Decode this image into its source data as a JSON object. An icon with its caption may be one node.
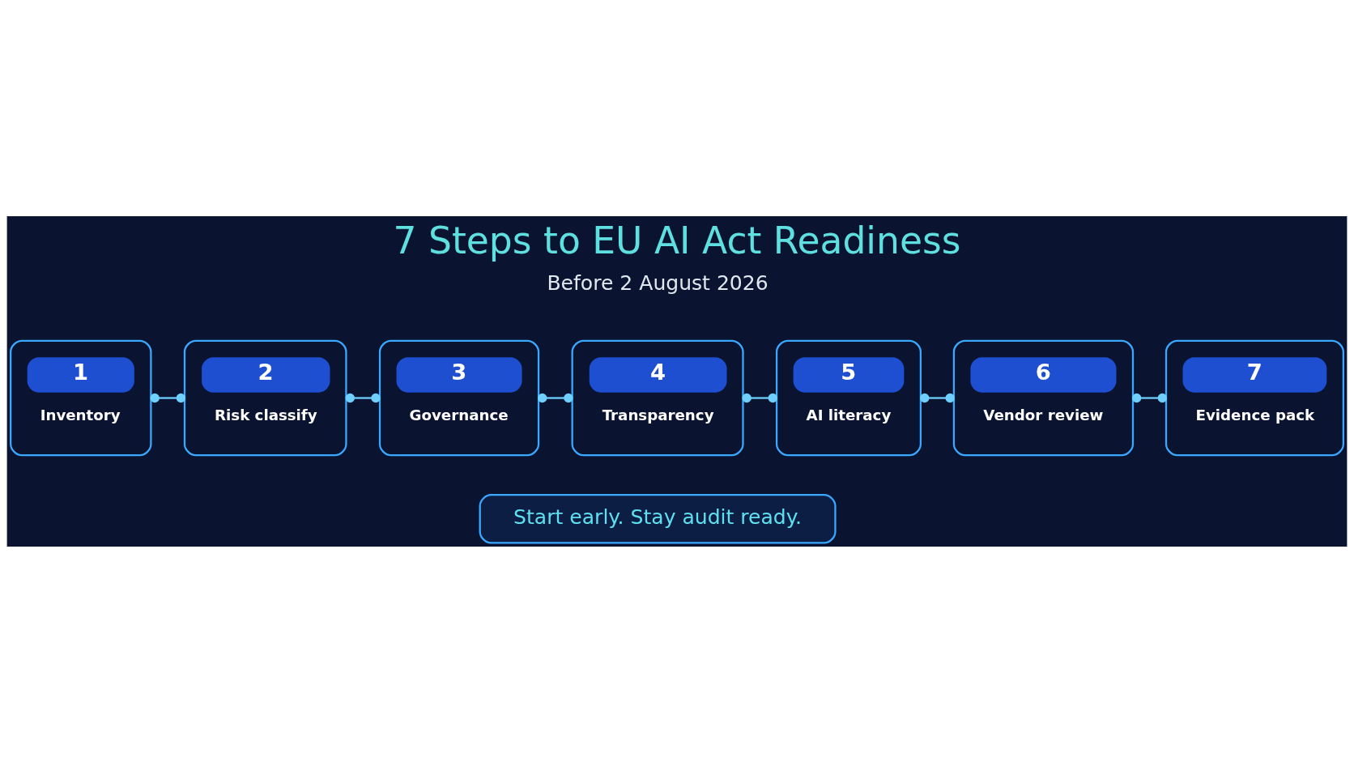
{
  "diagram": {
    "title": "7 Steps to EU AI Act Readiness",
    "nodes": [
      {
        "text": [
          "1",
          "Inventory"
        ]
      },
      {
        "text": [
          "2",
          "Risk classify"
        ]
      },
      {
        "text": [
          "3",
          "Governance"
        ]
      },
      {
        "text": [
          "4",
          "Transparency"
        ]
      },
      {
        "text": [
          "5",
          "AI literacy"
        ]
      },
      {
        "text": [
          "6",
          "Vendor review"
        ]
      },
      {
        "text": [
          "7",
          "Evidence pack"
        ]
      },
      {
        "text": [
          "Start early. Stay audit ready."
        ]
      }
    ],
    "edges": [
      {
        "from": 0,
        "to": 1,
        "arrow": "other"
      },
      {
        "from": 1,
        "to": 2,
        "arrow": "other"
      },
      {
        "from": 2,
        "to": 3,
        "arrow": "other"
      },
      {
        "from": 3,
        "to": 4,
        "arrow": "other"
      },
      {
        "from": 4,
        "to": 5,
        "arrow": "other"
      },
      {
        "from": 5,
        "to": 6,
        "arrow": "other"
      }
    ],
    "labels": [
      "Before 2 August 2026"
    ]
  }
}
